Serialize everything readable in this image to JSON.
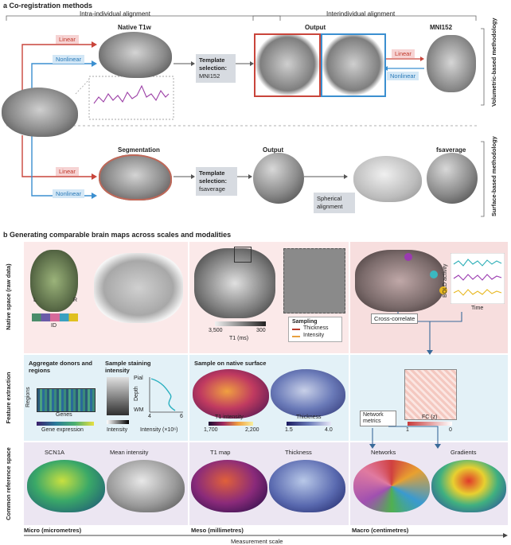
{
  "a": {
    "header": "a  Co-registration methods",
    "intra": "Intra-individual alignment",
    "inter": "Interindividual alignment",
    "native": "Native T1w",
    "template1_title": "Template",
    "template1_sub": "selection:",
    "template1_val": "MNI152",
    "output1": "Output",
    "mni": "MNI152",
    "linear": "Linear",
    "nonlinear": "Nonlinear",
    "segmentation": "Segmentation",
    "template2_val": "fsaverage",
    "output2": "Output",
    "fsaverage": "fsaverage",
    "spherical": "Spherical alignment",
    "side1": "Volumetric-based methodology",
    "side2": "Surface-based methodology"
  },
  "b": {
    "header": "b  Generating comparable brain maps across scales and modalities",
    "row1": "Native space (raw data)",
    "row2": "Feature extraction",
    "row3": "Common reference space",
    "L": "L",
    "R": "R",
    "ID": "ID",
    "t1_min": "3,500",
    "t1_max": "300",
    "t1_label": "T1 (ms)",
    "sampling": "Sampling",
    "thickness": "Thickness",
    "intensity": "Intensity",
    "bold": "BOLD activity",
    "time": "Time",
    "crosscorr": "Cross-correlate",
    "agg": "Aggregate donors and regions",
    "sample_stain": "Sample staining intensity",
    "regions": "Regions",
    "genes": "Genes",
    "gene_expr": "Gene expression",
    "intensity2": "Intensity",
    "pial": "Pial",
    "depth": "Depth",
    "wm": "WM",
    "int_axis": "Intensity (×10⁶)",
    "int_4": "4",
    "int_6": "6",
    "sample_native": "Sample on native surface",
    "t1_intensity": "T1 intensity",
    "t1i_min": "1,700",
    "t1i_max": "2,200",
    "thick2": "Thickness",
    "th_min": "1.5",
    "th_max": "4.0",
    "network_metrics": "Network metrics",
    "fc": "FC (z)",
    "fc_min": "1",
    "fc_max": "0",
    "scn1a": "SCN1A",
    "mean_int": "Mean intensity",
    "t1map": "T1 map",
    "thick3": "Thickness",
    "networks": "Networks",
    "gradients": "Gradients",
    "micro": "Micro (micrometres)",
    "meso": "Meso (millimetres)",
    "macro": "Macro (centimetres)",
    "scale": "Measurement scale"
  }
}
